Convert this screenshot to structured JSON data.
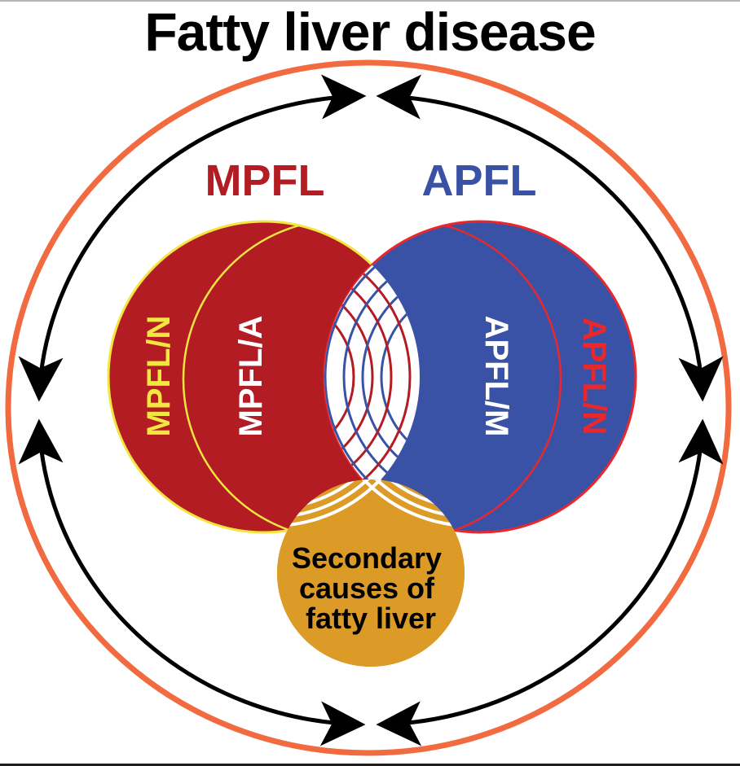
{
  "title": "Fatty liver disease",
  "groups": {
    "mpfl": {
      "label": "MPFL",
      "color": "#b31c22",
      "outline_color": "#f2e640",
      "subgroups": [
        {
          "label": "MPFL/N",
          "text_color": "#f2e640"
        },
        {
          "label": "MPFL/A",
          "text_color": "#ffffff"
        }
      ]
    },
    "apfl": {
      "label": "APFL",
      "color": "#3a52a6",
      "outline_color": "#e8282d",
      "subgroups": [
        {
          "label": "APFL/M",
          "text_color": "#ffffff"
        },
        {
          "label": "APFL/N",
          "text_color": "#e8282d"
        }
      ]
    }
  },
  "secondary": {
    "lines": [
      "Secondary",
      "causes of",
      "fatty liver"
    ],
    "color": "#dc9a26"
  },
  "outer_ring_color": "#f26a3f",
  "arrow_color": "#000000",
  "arrows": [
    {
      "name": "top-left-arrow",
      "direction": "bidirectional"
    },
    {
      "name": "top-right-arrow",
      "direction": "bidirectional"
    },
    {
      "name": "bottom-left-arrow",
      "direction": "bidirectional"
    },
    {
      "name": "bottom-right-arrow",
      "direction": "bidirectional"
    }
  ]
}
